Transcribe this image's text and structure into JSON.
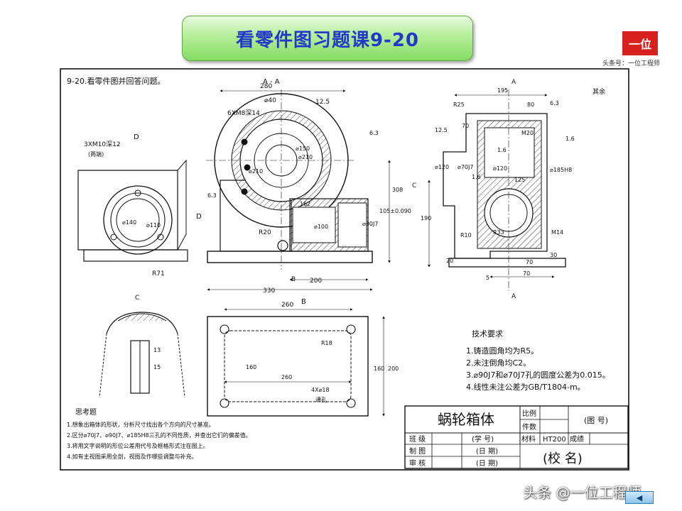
{
  "slide": {
    "title": "看零件图习题课9-20",
    "logo_text": "一位",
    "logo_caption": "头条号：一位工程师",
    "footer_watermark": "头条 @一位工程师",
    "nav_icon": "back-arrow-icon"
  },
  "drawing": {
    "problem_title": "9-20.看零件图并回答问题。",
    "section_label": "A - A",
    "view_labels": {
      "d_main": "D",
      "d_side": "D",
      "c_left": "C",
      "c_bottom": "C",
      "a_top": "A",
      "a_bottom": "A",
      "b_left": "B",
      "b_bottom": "B"
    },
    "roughness_general": "其余",
    "main_view_dims": [
      "280",
      "⌀40",
      "12.5",
      "6XM8深14",
      "⌀150",
      "⌀210",
      "⌀210",
      "6.3",
      "6.3",
      "162",
      "⌀100",
      "⌀90J7",
      "105±0.090",
      "308",
      "R20",
      "200",
      "330"
    ],
    "side_view_dims": [
      "3XM10深12",
      "(两端)",
      "⌀140",
      "⌀110",
      "R71"
    ],
    "right_view_dims": [
      "195",
      "R25",
      "80",
      "6.3",
      "12.5",
      "70",
      "M20",
      "1.6",
      "1.6",
      "⌀120",
      "⌀70J7",
      "1.6",
      "⌀120",
      "125",
      "⌀185H8",
      "190",
      "R10",
      "R33",
      "M14",
      "30",
      "70",
      "70",
      "20",
      "5"
    ],
    "c_view_dims": [
      "13",
      "15"
    ],
    "b_view_dims": [
      "260",
      "R18",
      "160",
      "260",
      "160",
      "200",
      "4X⌀18",
      "通孔"
    ],
    "tech_requirements": {
      "heading": "技术要求",
      "items": [
        "1.铸造圆角均为R5。",
        "2.未注倒角均C2。",
        "3.⌀90J7和⌀70J7孔的圆度公差为0.015。",
        "4.线性未注公差为GB/T1804-m。"
      ]
    },
    "questions": {
      "heading": "思考题",
      "items": [
        "1.想象出箱体的形状，分析尺寸找出各个方向的尺寸基准。",
        "2.区分⌀70J7、⌀90J7、⌀185H8三孔的不同性质，并查出它们的偏差值。",
        "3.将用文字说明的形位公差用代号及框格形式注在图上。",
        "4.如有主视图采用全剖，视图及作哪些调整与补充。"
      ]
    },
    "title_block": {
      "part_name": "蜗轮箱体",
      "scale_label": "比例",
      "qty_label": "件数",
      "drawing_no": "(图 号)",
      "class_label": "班 级",
      "student_no": "(学 号)",
      "material_label": "材料",
      "material": "HT200",
      "grade_label": "成绩",
      "drawn_label": "制 图",
      "checked_label": "审 核",
      "date1": "(日 期)",
      "date2": "(日 期)",
      "school": "(校   名)"
    }
  }
}
